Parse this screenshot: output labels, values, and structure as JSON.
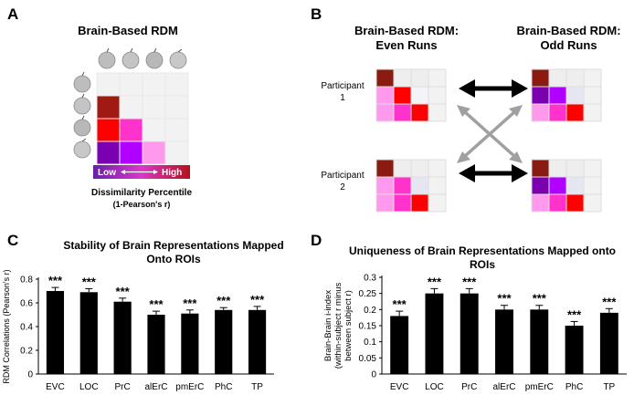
{
  "panels": {
    "A": {
      "letter": "A",
      "title": "Brain-Based RDM",
      "legend": {
        "low": "Low",
        "high": "High",
        "low_color": "#6a1fa8",
        "high_color": "#b5101a"
      },
      "caption": "Dissimilarity Percentile",
      "caption_sub": "(1-Pearson's r)"
    },
    "B": {
      "letter": "B",
      "title_even_1": "Brain-Based RDM:",
      "title_even_2": "Even Runs",
      "title_odd_1": "Brain-Based RDM:",
      "title_odd_2": "Odd Runs",
      "participant1_1": "Participant",
      "participant1_2": "1",
      "participant2_1": "Participant",
      "participant2_2": "2",
      "arrow_colors": {
        "within": "#000000",
        "between": "#a0a0a0"
      }
    },
    "C": {
      "letter": "C"
    },
    "D": {
      "letter": "D"
    }
  },
  "colors": {
    "rdm_a": [
      "#a01a14",
      "#ff0000",
      "#ff33cc",
      "#7b00b0",
      "#b000ff",
      "#ff99ee"
    ],
    "bar": "#000000",
    "grid_cell": "#e8e8e8"
  },
  "chart_data": [
    {
      "type": "bar",
      "title": "Stability of Brain Representations Mapped Onto ROIs",
      "title_lines": [
        "Stability of Brain Representations Mapped",
        "Onto ROIs"
      ],
      "xlabel": "",
      "ylabel": "RDM Correlations (Pearson's r)",
      "categories": [
        "EVC",
        "LOC",
        "PrC",
        "alErC",
        "pmErC",
        "PhC",
        "TP"
      ],
      "values": [
        0.7,
        0.69,
        0.61,
        0.5,
        0.51,
        0.54,
        0.54
      ],
      "errors": [
        0.03,
        0.03,
        0.03,
        0.03,
        0.03,
        0.02,
        0.03
      ],
      "annotations": [
        "***",
        "***",
        "***",
        "***",
        "***",
        "***",
        "***"
      ],
      "ylim": [
        0,
        0.8
      ],
      "yticks": [
        "0",
        "0.2",
        "0.4",
        "0.6",
        "0.8"
      ],
      "ytick_values": [
        0,
        0.2,
        0.4,
        0.6,
        0.8
      ]
    },
    {
      "type": "bar",
      "title": "Uniqueness of Brain Representations Mapped onto ROIs",
      "title_lines": [
        "Uniqueness of Brain Representations Mapped onto ROIs"
      ],
      "xlabel": "",
      "ylabel": "Brain-Brain i-index (within-subject r minus between subject r)",
      "ylabel_lines": [
        "Brain-Brain i-index",
        "(within-subject r minus",
        "between subject r)"
      ],
      "categories": [
        "EVC",
        "LOC",
        "PrC",
        "alErC",
        "pmErC",
        "PhC",
        "TP"
      ],
      "values": [
        0.18,
        0.25,
        0.25,
        0.2,
        0.2,
        0.15,
        0.19
      ],
      "errors": [
        0.015,
        0.015,
        0.015,
        0.013,
        0.013,
        0.013,
        0.013
      ],
      "annotations": [
        "***",
        "***",
        "***",
        "***",
        "***",
        "***",
        "***"
      ],
      "ylim": [
        0,
        0.3
      ],
      "yticks": [
        "0",
        "0.05",
        "0.1",
        "0.15",
        "0.2",
        "0.25",
        "0.3"
      ],
      "ytick_values": [
        0,
        0.05,
        0.1,
        0.15,
        0.2,
        0.25,
        0.3
      ]
    }
  ]
}
